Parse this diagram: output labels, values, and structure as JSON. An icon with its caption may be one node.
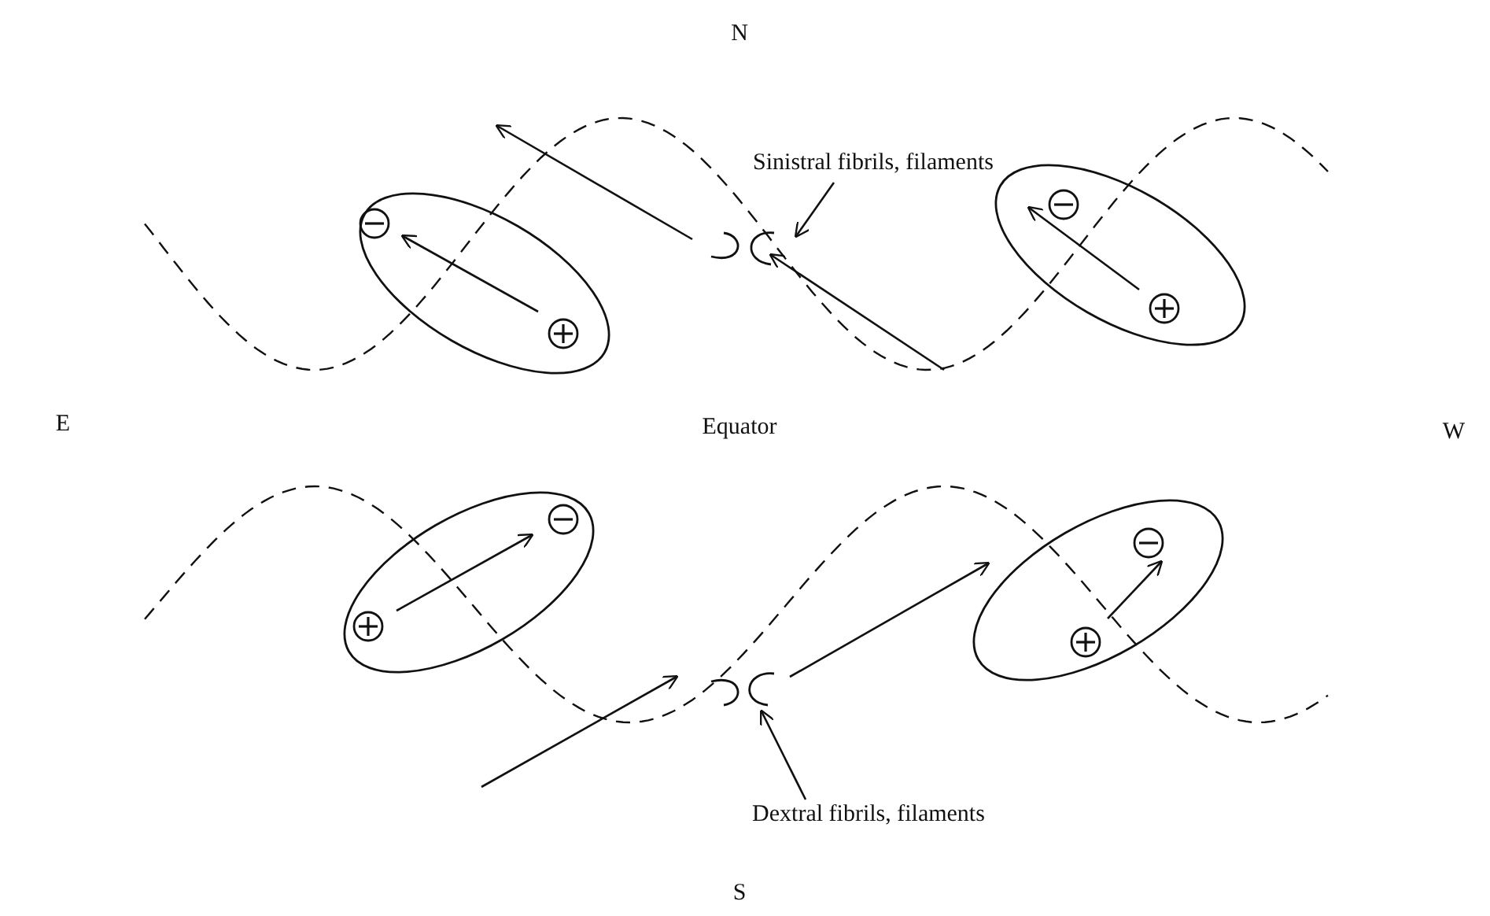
{
  "diagram": {
    "nodes": [
      {
        "text": [
          "Sinistral fibrils, filaments"
        ]
      },
      {
        "text": [],
        "shape": "picture"
      },
      {
        "text": [
          "Dextral fibrils, filaments"
        ]
      },
      {
        "text": [],
        "shape": "picture"
      }
    ],
    "edges": [
      {
        "from": 0,
        "to": 1,
        "arrow": "to"
      },
      {
        "from": 2,
        "to": 3,
        "arrow": "to"
      }
    ],
    "labels": [
      "N",
      "E",
      "Equator",
      "W",
      "S"
    ]
  }
}
